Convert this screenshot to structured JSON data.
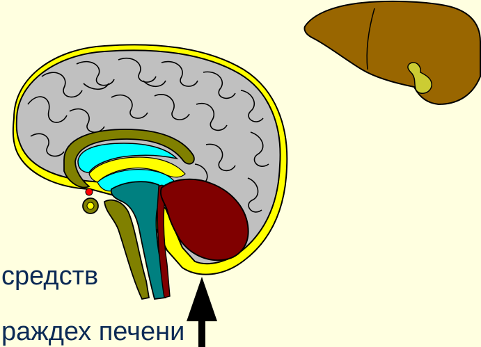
{
  "slide": {
    "line1": "средств",
    "line2": "раждех печени"
  },
  "colors": {
    "background": "#FFFFE0",
    "cortex": "#C0C0C0",
    "corpus_callosum": "#808000",
    "ventricle": "#00FFFF",
    "brainstem": "#008080",
    "cerebellum": "#800000",
    "csf_yellow": "#FFFF00",
    "liver": "#996600",
    "gallbladder": "#CCCC33",
    "arrow": "#000000",
    "text": "#0b2a55"
  },
  "icons": [
    "brain-illustration",
    "liver-illustration",
    "up-arrow-icon"
  ]
}
